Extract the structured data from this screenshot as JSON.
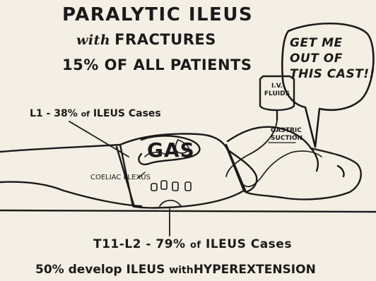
{
  "title": {
    "line1": "PARALYTIC ILEUS",
    "line2_with": "with",
    "line2_rest": "FRACTURES",
    "line3": "15% OF ALL PATIENTS"
  },
  "speech_bubble": {
    "line1": "GET ME",
    "line2": "OUT OF",
    "line3": "THIS CAST!!"
  },
  "iv_bag": {
    "line1": "I.V.",
    "line2": "FLUIDS"
  },
  "gastric_suction": {
    "line1": "GASTRIC",
    "line2": "SUCTION"
  },
  "l1_label": {
    "main": "L1 - 38%",
    "of": "of",
    "rest": "ILEUS Cases"
  },
  "gas_label": "GAS",
  "coeliac_label": "COELIAC PLEXUS",
  "t11_label": {
    "main": "T11-L2 - 79%",
    "of": "of",
    "rest": "ILEUS Cases"
  },
  "footer": {
    "lead": "50% develop",
    "ileus": "ILEUS",
    "with": "with",
    "rest": "HYPEREXTENSION"
  }
}
